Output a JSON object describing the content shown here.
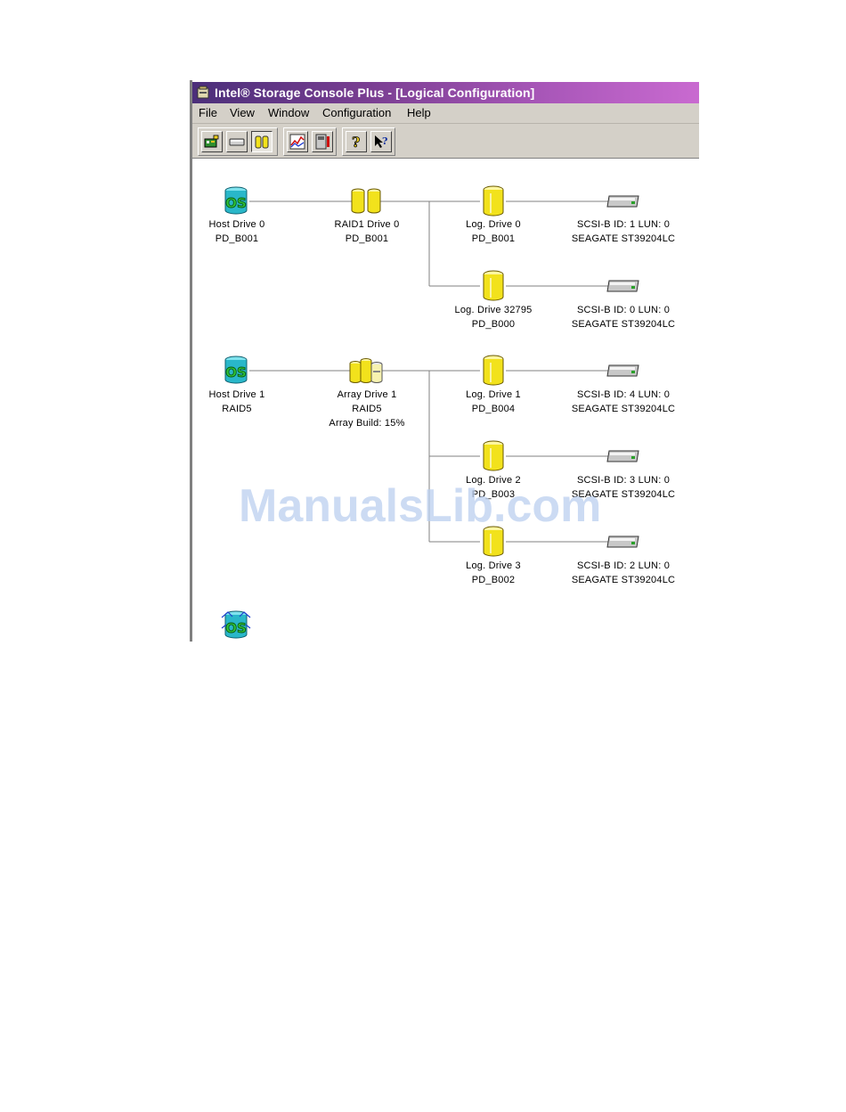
{
  "window": {
    "title": "Intel® Storage Console Plus - [Logical Configuration]"
  },
  "menu": [
    "File",
    "View",
    "Window",
    "Configuration",
    "Help"
  ],
  "toolbar": {
    "buttons": [
      "adapter-icon",
      "physical-drive-icon",
      "logical-drive-icon",
      "statistics-icon",
      "monitor-icon",
      "help-icon",
      "context-help-icon"
    ]
  },
  "tree": {
    "host0": {
      "line1": "Host Drive 0",
      "line2": "PD_B001"
    },
    "raid1": {
      "line1": "RAID1 Drive 0",
      "line2": "PD_B001"
    },
    "log0": {
      "line1": "Log. Drive 0",
      "line2": "PD_B001"
    },
    "disk0": {
      "line1": "SCSI-B ID: 1 LUN: 0",
      "line2": "SEAGATE ST39204LC"
    },
    "log32795": {
      "line1": "Log. Drive 32795",
      "line2": "PD_B000"
    },
    "disk1": {
      "line1": "SCSI-B ID: 0 LUN: 0",
      "line2": "SEAGATE ST39204LC"
    },
    "host1": {
      "line1": "Host Drive 1",
      "line2": "RAID5"
    },
    "array1": {
      "line1": "Array Drive 1",
      "line2": "RAID5",
      "line3": "Array Build: 15%"
    },
    "log1": {
      "line1": "Log. Drive 1",
      "line2": "PD_B004"
    },
    "disk2": {
      "line1": "SCSI-B ID: 4 LUN: 0",
      "line2": "SEAGATE ST39204LC"
    },
    "log2": {
      "line1": "Log. Drive 2",
      "line2": "PD_B003"
    },
    "disk3": {
      "line1": "SCSI-B ID: 3 LUN: 0",
      "line2": "SEAGATE ST39204LC"
    },
    "log3": {
      "line1": "Log. Drive 3",
      "line2": "PD_B002"
    },
    "disk4": {
      "line1": "SCSI-B ID: 2 LUN: 0",
      "line2": "SEAGATE ST39204LC"
    }
  },
  "watermark": "ManualsLib.com",
  "colors": {
    "titlebar_start": "#4b2f7a",
    "titlebar_end": "#c96ad0",
    "drive_yellow": "#f2e21c",
    "host_cyan": "#29b7c9",
    "os_green": "#2fc43a"
  }
}
